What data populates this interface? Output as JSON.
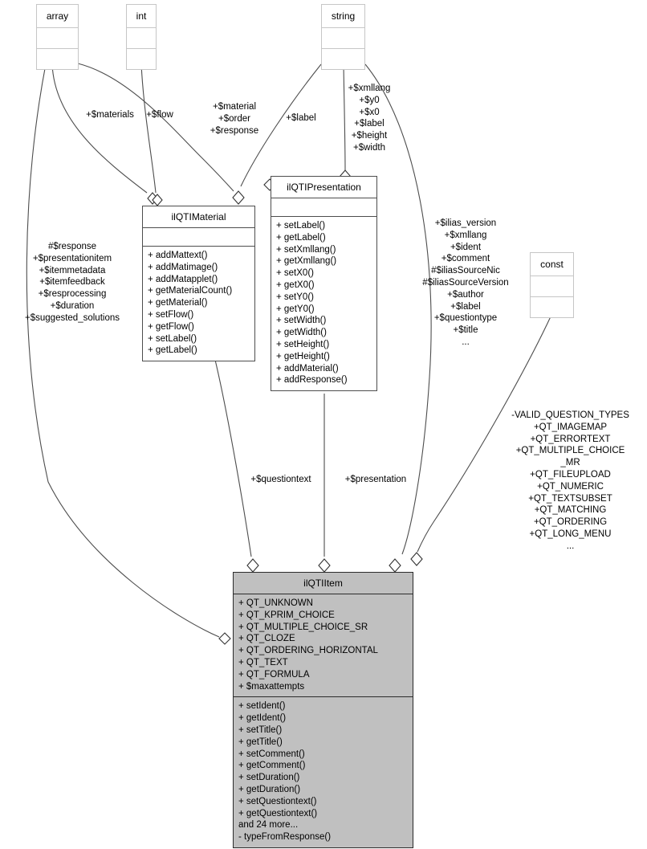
{
  "diagram": {
    "kind": "uml-class-collaboration-diagram",
    "colors": {
      "highlight_fill": "#C0C0C0",
      "plain_border": "#C6C6C6",
      "detail_border": "#4D4D4D",
      "edge_stroke": "#4D4D4D",
      "background": "#FFFFFF"
    }
  },
  "nodes": {
    "array": {
      "title": "array",
      "attributes": [],
      "operations": []
    },
    "int": {
      "title": "int",
      "attributes": [],
      "operations": []
    },
    "string": {
      "title": "string",
      "attributes": [],
      "operations": []
    },
    "const": {
      "title": "const",
      "attributes": [],
      "operations": []
    },
    "material": {
      "title": "ilQTIMaterial",
      "attributes": [],
      "operations": [
        "+ addMattext()",
        "+ addMatimage()",
        "+ addMatapplet()",
        "+ getMaterialCount()",
        "+ getMaterial()",
        "+ setFlow()",
        "+ getFlow()",
        "+ setLabel()",
        "+ getLabel()"
      ]
    },
    "presentation": {
      "title": "ilQTIPresentation",
      "attributes": [],
      "operations": [
        "+ setLabel()",
        "+ getLabel()",
        "+ setXmllang()",
        "+ getXmllang()",
        "+ setX0()",
        "+ getX0()",
        "+ setY0()",
        "+ getY0()",
        "+ setWidth()",
        "+ getWidth()",
        "+ setHeight()",
        "+ getHeight()",
        "+ addMaterial()",
        "+ addResponse()"
      ]
    },
    "item": {
      "title": "ilQTIItem",
      "attributes": [
        "+ QT_UNKNOWN",
        "+ QT_KPRIM_CHOICE",
        "+ QT_MULTIPLE_CHOICE_SR",
        "+ QT_CLOZE",
        "+ QT_ORDERING_HORIZONTAL",
        "+ QT_TEXT",
        "+ QT_FORMULA",
        "+ $maxattempts"
      ],
      "operations": [
        "+ setIdent()",
        "+ getIdent()",
        "+ setTitle()",
        "+ getTitle()",
        "+ setComment()",
        "+ getComment()",
        "+ setDuration()",
        "+ getDuration()",
        "+ setQuestiontext()",
        "+ getQuestiontext()",
        "and 24 more...",
        "- typeFromResponse()"
      ]
    }
  },
  "edge_labels": {
    "array_materials": "+$materials",
    "int_flow": "+$flow",
    "array_material_order_response": "+$material\n+$order\n+$response",
    "string_label": "+$label",
    "string_presentation_fields": "+$xmllang\n+$y0\n+$x0\n+$label\n+$height\n+$width",
    "array_item_fields": "#$response\n+$presentationitem\n+$itemmetadata\n+$itemfeedback\n+$resprocessing\n+$duration\n+$suggested_solutions",
    "string_item_fields": "+$ilias_version\n+$xmllang\n+$ident\n+$comment\n#$iliasSourceNic\n#$iliasSourceVersion\n+$author\n+$label\n+$questiontype\n+$title\n...",
    "material_questiontext": "+$questiontext",
    "presentation_presentation": "+$presentation",
    "const_question_types": "-VALID_QUESTION_TYPES\n+QT_IMAGEMAP\n+QT_ERRORTEXT\n+QT_MULTIPLE_CHOICE\n_MR\n+QT_FILEUPLOAD\n+QT_NUMERIC\n+QT_TEXTSUBSET\n+QT_MATCHING\n+QT_ORDERING\n+QT_LONG_MENU\n..."
  }
}
